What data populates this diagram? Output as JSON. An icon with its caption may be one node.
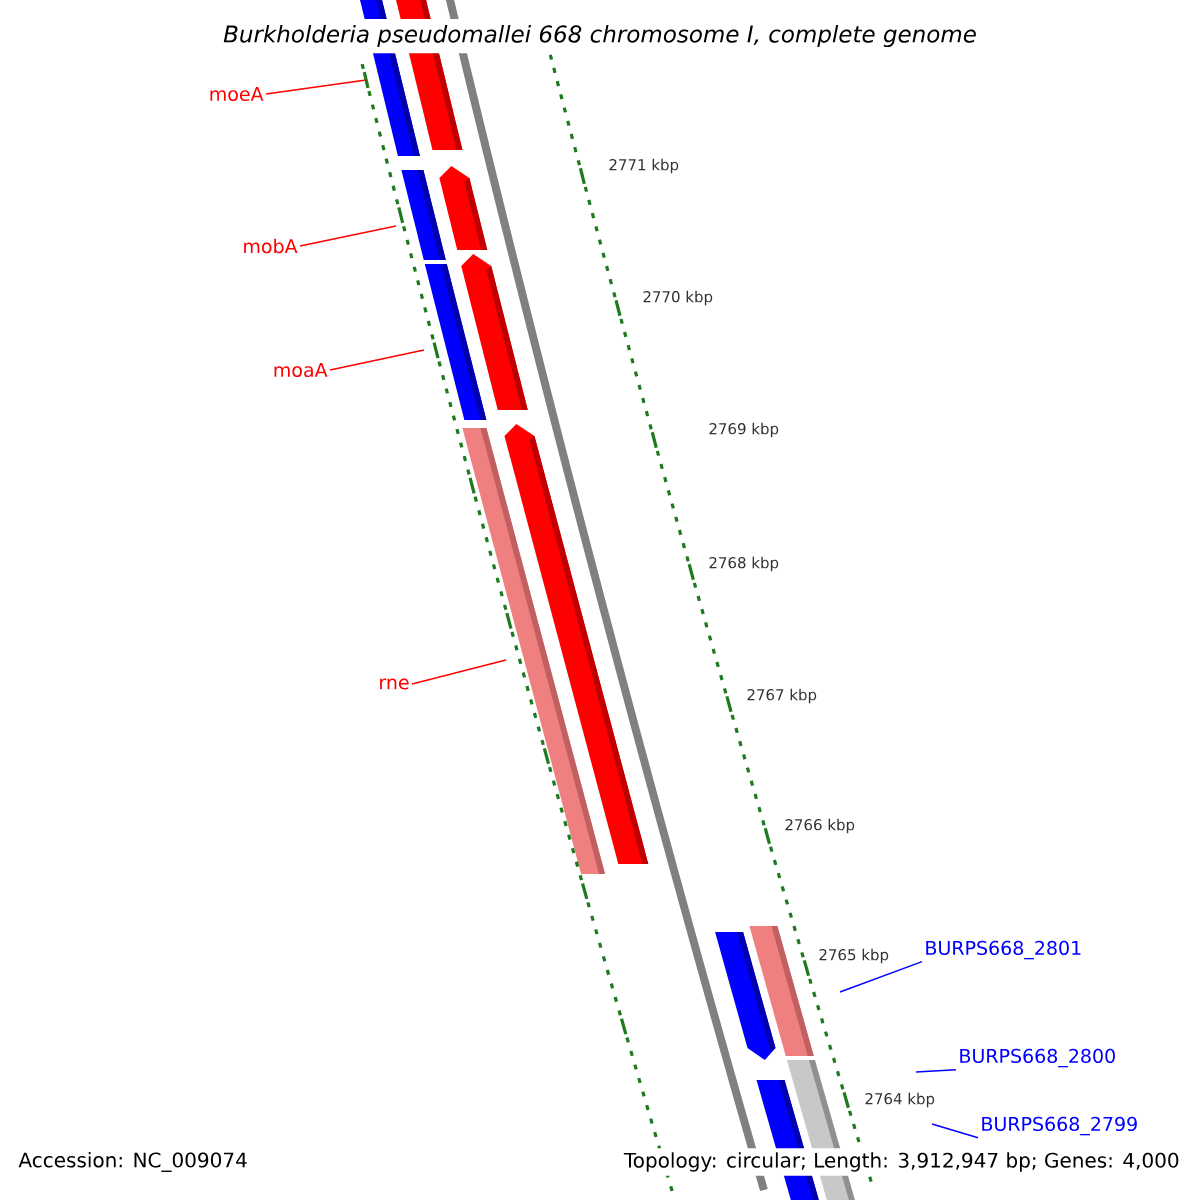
{
  "diagram": {
    "title": "Burkholderia pseudomallei 668 chromosome I, complete genome",
    "nodes": [
      {
        "text": [
          "moeA"
        ]
      },
      {
        "text": [
          "mobA"
        ]
      },
      {
        "text": [
          "moaA"
        ]
      },
      {
        "text": [
          "rne"
        ]
      },
      {
        "text": [
          "BURPS668_2801"
        ]
      },
      {
        "text": [
          "BURPS668_2800"
        ]
      },
      {
        "text": [
          "BURPS668_2799"
        ]
      }
    ],
    "edges": [
      {
        "from": 0,
        "to": null,
        "arrow": "none"
      },
      {
        "from": 1,
        "to": null,
        "arrow": "none"
      },
      {
        "from": 2,
        "to": null,
        "arrow": "none"
      },
      {
        "from": 3,
        "to": null,
        "arrow": "none"
      },
      {
        "from": 4,
        "to": null,
        "arrow": "none",
        "color": "#0000ff"
      },
      {
        "from": 5,
        "to": null,
        "arrow": "none",
        "color": "#0000ff"
      },
      {
        "from": 6,
        "to": null,
        "arrow": "none",
        "color": "#0000ff"
      }
    ],
    "labels": [
      "2771 kbp",
      "2770 kbp",
      "2769 kbp",
      "2768 kbp",
      "2767 kbp",
      "2766 kbp",
      "2765 kbp",
      "2764 kbp",
      "Accession: NC_009074",
      "Topology: circular; Length: 3,912,947 bp; Genes: 4,000"
    ]
  }
}
